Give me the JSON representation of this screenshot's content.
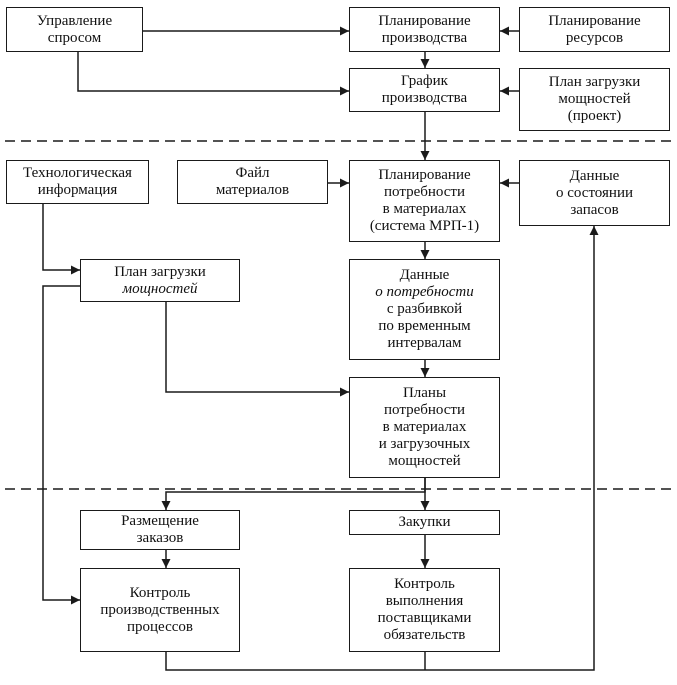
{
  "boxes": {
    "demand_management": [
      "Управление",
      "спросом"
    ],
    "production_planning": [
      "Планирование",
      "производства"
    ],
    "resource_planning": [
      "Планирование",
      "ресурсов"
    ],
    "production_schedule": [
      "График",
      "производства"
    ],
    "capacity_plan_project": [
      "План загрузки",
      "мощностей",
      "(проект)"
    ],
    "technological_info": [
      "Технологическая",
      "информация"
    ],
    "materials_file": [
      "Файл",
      "материалов"
    ],
    "mrp_planning": [
      "Планирование",
      "потребности",
      "в материалах",
      "(система МРП-1)"
    ],
    "inventory_data": [
      "Данные",
      "о состоянии",
      "запасов"
    ],
    "capacity_plan": [
      "План загрузки",
      "мощностей"
    ],
    "requirements_data": [
      "Данные",
      "о потребности",
      "с разбивкой",
      "по временным",
      "интервалам"
    ],
    "requirements_plans": [
      "Планы",
      "потребности",
      "в материалах",
      "и загрузочных",
      "мощностей"
    ],
    "order_placement": [
      "Размещение",
      "заказов"
    ],
    "purchasing": [
      "Закупки"
    ],
    "process_control": [
      "Контроль",
      "производственных",
      "процессов"
    ],
    "supplier_control": [
      "Контроль",
      "выполнения",
      "поставщиками",
      "обязательств"
    ]
  },
  "colors": {
    "line": "#1a1a1a",
    "background": "#ffffff"
  }
}
